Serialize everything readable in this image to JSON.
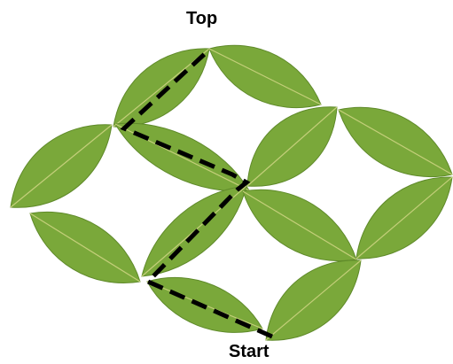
{
  "labels": {
    "top": "Top",
    "start": "Start"
  },
  "colors": {
    "leaf_fill": "#7aa83a",
    "leaf_fill_light": "#8ab84a",
    "leaf_vein": "#c4cf7a",
    "leaf_outline": "#5f8a2a",
    "path_stroke": "#000000",
    "background": "#ffffff"
  },
  "leaves": [
    {
      "id": "top-left-upper",
      "name": "leaf-top-left-upper"
    },
    {
      "id": "top-right-upper",
      "name": "leaf-top-right-upper"
    },
    {
      "id": "left-outer-upper",
      "name": "leaf-left-outer-upper"
    },
    {
      "id": "center-upper",
      "name": "leaf-center-upper"
    },
    {
      "id": "right-mid-upper",
      "name": "leaf-right-mid-upper"
    },
    {
      "id": "far-right-upper",
      "name": "leaf-far-right-upper"
    },
    {
      "id": "left-outer-lower",
      "name": "leaf-left-outer-lower"
    },
    {
      "id": "center-lower",
      "name": "leaf-center-lower"
    },
    {
      "id": "right-mid-lower",
      "name": "leaf-right-mid-lower"
    },
    {
      "id": "far-right-lower",
      "name": "leaf-far-right-lower"
    },
    {
      "id": "bottom-left",
      "name": "leaf-bottom-left"
    },
    {
      "id": "bottom-right",
      "name": "leaf-bottom-right"
    }
  ]
}
